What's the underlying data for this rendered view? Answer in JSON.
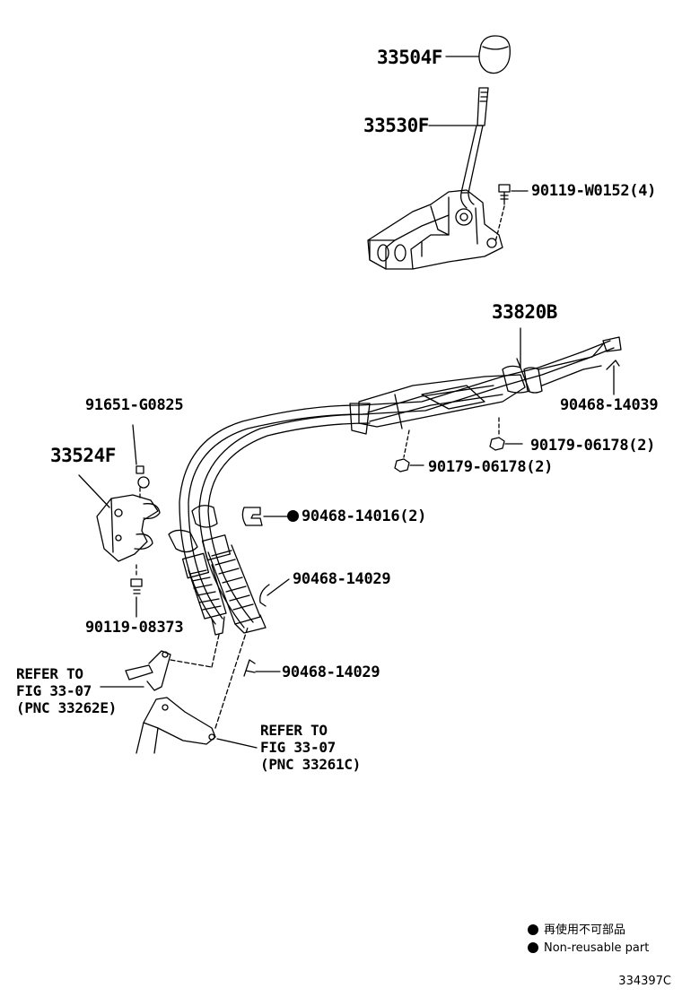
{
  "parts": {
    "knob": "33504F",
    "lever": "33530F",
    "bolt_top": "90119-W0152(4)",
    "cable_assy": "33820B",
    "clip_right": "90468-14039",
    "nut_1": "90179-06178(2)",
    "nut_2": "90179-06178(2)",
    "bolt_bracket_top": "91651-G0825",
    "bracket": "33524F",
    "clip_nonreusable": "90468-14016(2)",
    "clip_mid": "90468-14029",
    "bolt_bracket_bottom": "90119-08373",
    "clip_lower": "90468-14029"
  },
  "refs": {
    "left": [
      "REFER TO",
      "FIG 33-07",
      "(PNC 33262E)"
    ],
    "right": [
      "REFER TO",
      "FIG 33-07",
      "(PNC 33261C)"
    ]
  },
  "legend": {
    "jp": "再使用不可部品",
    "en": "Non-reusable part"
  },
  "figure_id": "334397C"
}
